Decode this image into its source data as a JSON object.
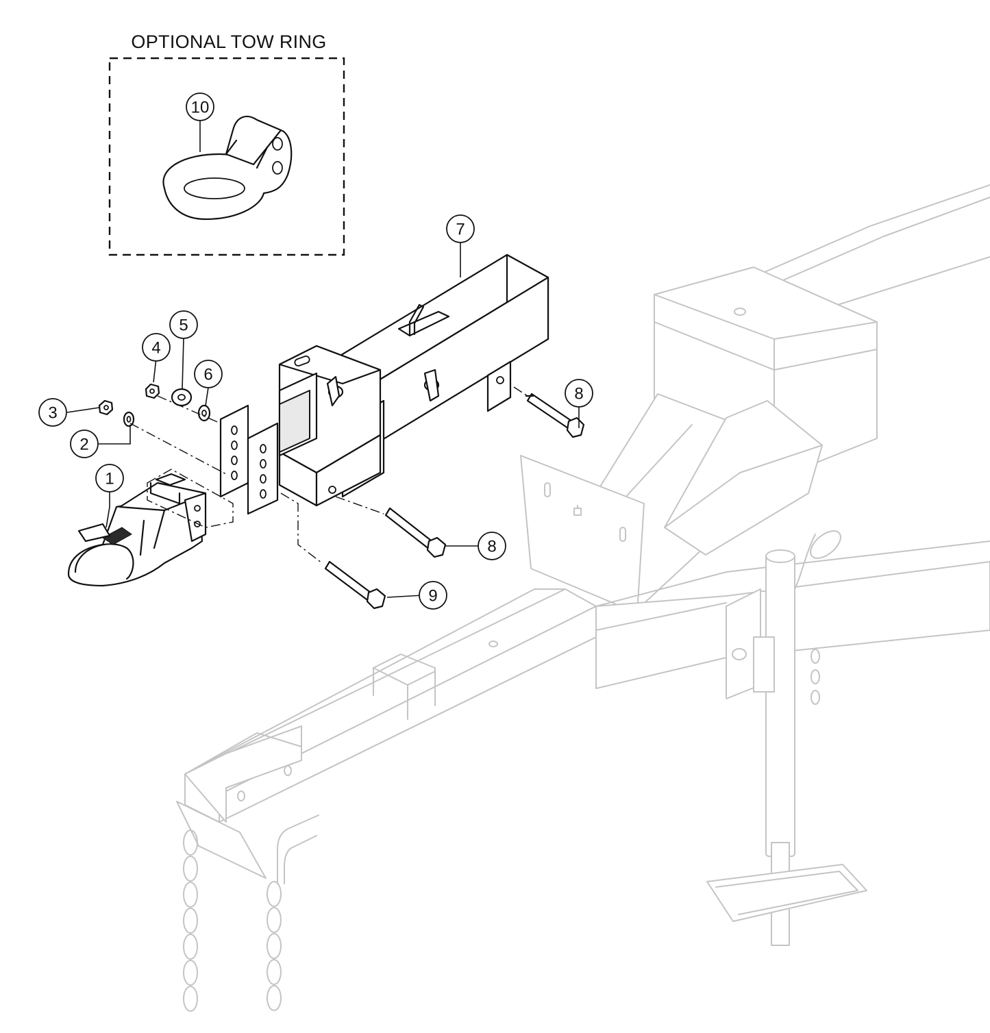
{
  "optional_box": {
    "title": "OPTIONAL TOW RING"
  },
  "callouts": [
    {
      "id": "1",
      "label": "1"
    },
    {
      "id": "2",
      "label": "2"
    },
    {
      "id": "3",
      "label": "3"
    },
    {
      "id": "4",
      "label": "4"
    },
    {
      "id": "5",
      "label": "5"
    },
    {
      "id": "6",
      "label": "6"
    },
    {
      "id": "7",
      "label": "7"
    },
    {
      "id": "8a",
      "label": "8"
    },
    {
      "id": "8b",
      "label": "8"
    },
    {
      "id": "9",
      "label": "9"
    },
    {
      "id": "10",
      "label": "10"
    }
  ]
}
